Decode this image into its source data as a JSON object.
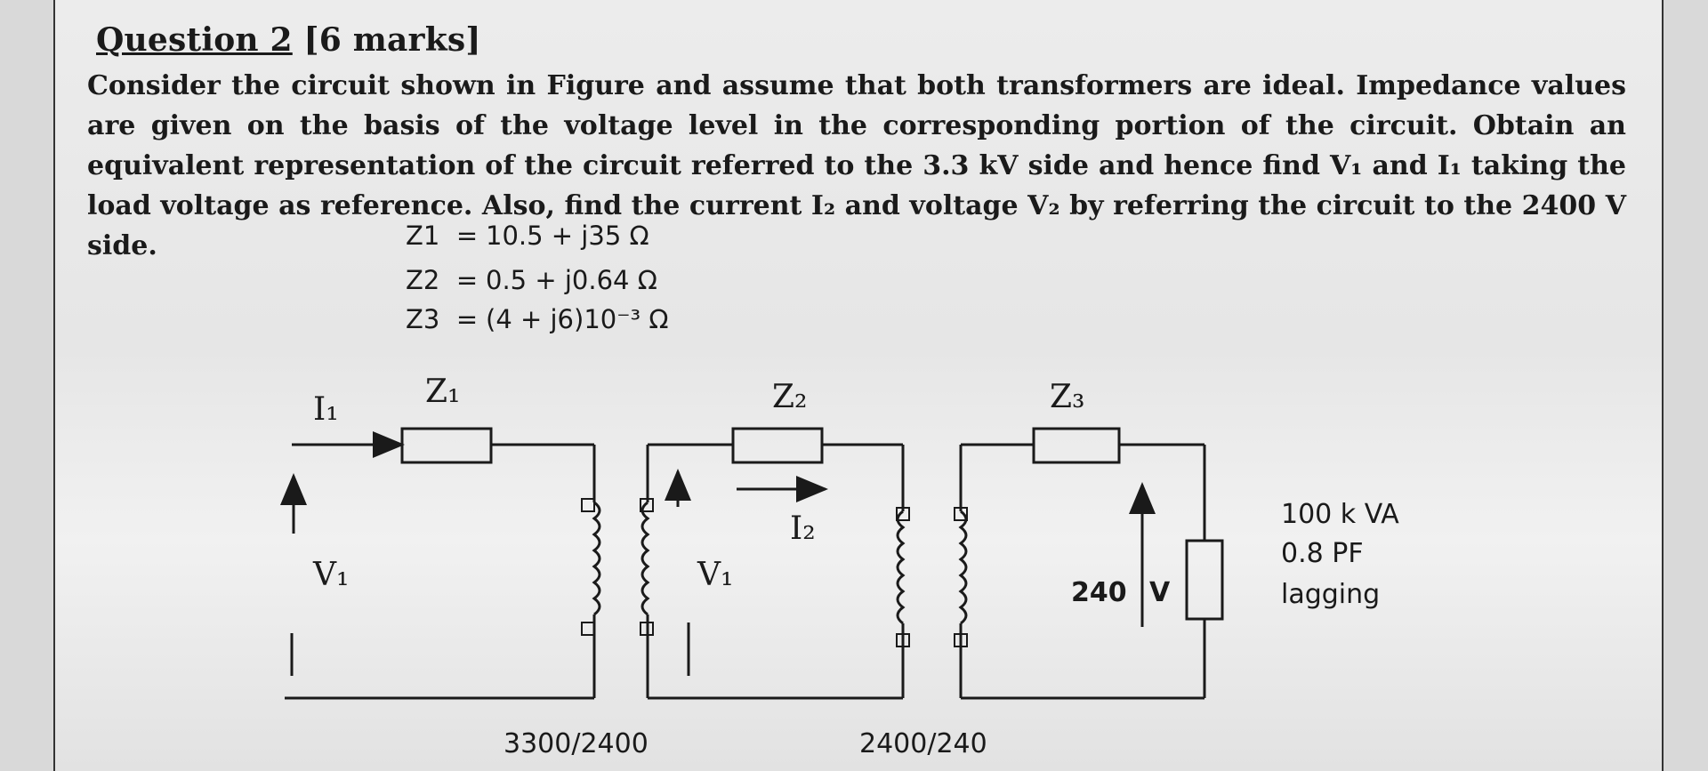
{
  "question": {
    "title": "Question 2",
    "marks": "[6 marks]",
    "text": "Consider the circuit shown in Figure and assume that both transformers are ideal. Impedance values are given on the basis of the voltage level in the corresponding portion of the circuit. Obtain an equivalent representation of the circuit referred to the 3.3 kV side and hence find V₁ and I₁ taking the load voltage as reference. Also, find the current I₂ and voltage V₂ by referring the circuit to the 2400 V side."
  },
  "impedances": [
    {
      "name": "Z1",
      "eq": "=",
      "value": "10.5 + j35 Ω"
    },
    {
      "name": "Z2",
      "eq": "=",
      "value": "0.5 + j0.64 Ω"
    },
    {
      "name": "Z3",
      "eq": "=",
      "value": "(4 + j6)10⁻³ Ω"
    }
  ],
  "figure": {
    "i1": "I₁",
    "z1": "Z₁",
    "z2": "Z₂",
    "z3": "Z₃",
    "v1_left": "V₁",
    "v1_mid": "V₁",
    "i2": "I₂",
    "load_voltage": "240",
    "load_voltage_unit": "V",
    "load_rating": "100 k VA",
    "load_pf": "0.8 PF",
    "load_type": "lagging",
    "t1_ratio": "3300/2400",
    "t2_ratio": "2400/240"
  }
}
